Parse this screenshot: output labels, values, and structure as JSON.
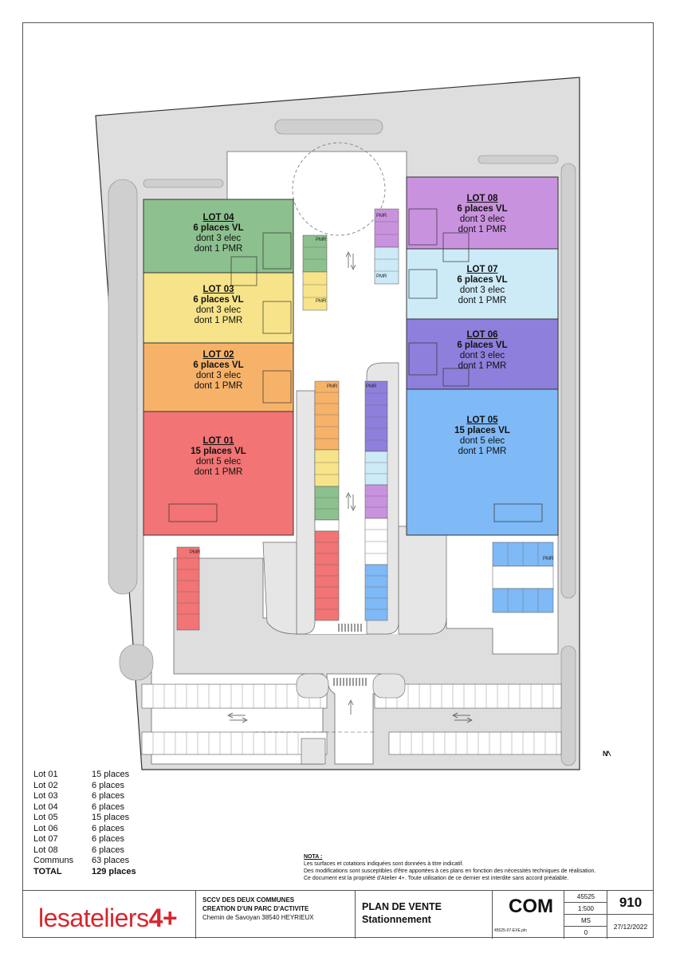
{
  "lots": [
    {
      "title": "LOT 04",
      "places": "6 places VL",
      "elec": "dont 3 elec",
      "pmr": "dont 1 PMR",
      "color": "#8dc08f"
    },
    {
      "title": "LOT 03",
      "places": "6 places VL",
      "elec": "dont 3 elec",
      "pmr": "dont 1 PMR",
      "color": "#f7e48a"
    },
    {
      "title": "LOT 02",
      "places": "6 places VL",
      "elec": "dont 3 elec",
      "pmr": "dont 1 PMR",
      "color": "#f7b26a"
    },
    {
      "title": "LOT 01",
      "places": "15 places VL",
      "elec": "dont 5 elec",
      "pmr": "dont 1 PMR",
      "color": "#f27474"
    },
    {
      "title": "LOT 08",
      "places": "6 places VL",
      "elec": "dont 3 elec",
      "pmr": "dont 1 PMR",
      "color": "#c992de"
    },
    {
      "title": "LOT 07",
      "places": "6 places VL",
      "elec": "dont 3 elec",
      "pmr": "dont 1 PMR",
      "color": "#cdeaf7"
    },
    {
      "title": "LOT 06",
      "places": "6 places VL",
      "elec": "dont 3 elec",
      "pmr": "dont 1 PMR",
      "color": "#8f7fdc"
    },
    {
      "title": "LOT 05",
      "places": "15 places VL",
      "elec": "dont 5 elec",
      "pmr": "dont 1 PMR",
      "color": "#7fb9f6"
    }
  ],
  "pmr_label": "PMR",
  "north": "N",
  "summary": [
    {
      "name": "Lot 01",
      "value": "15 places"
    },
    {
      "name": "Lot 02",
      "value": "6 places"
    },
    {
      "name": "Lot 03",
      "value": "6 places"
    },
    {
      "name": "Lot 04",
      "value": "6 places"
    },
    {
      "name": "Lot 05",
      "value": "15 places"
    },
    {
      "name": "Lot 06",
      "value": "6 places"
    },
    {
      "name": "Lot 07",
      "value": "6 places"
    },
    {
      "name": "Lot 08",
      "value": "6 places"
    },
    {
      "name": "Communs",
      "value": "63 places"
    }
  ],
  "total": {
    "name": "TOTAL",
    "value": "129 places"
  },
  "nota": {
    "heading": "NOTA :",
    "line1": "Les surfaces et cotations indiquées sont données à titre indicatif.",
    "line2": "Des modifications sont susceptibles d'être apportées à ces plans en fonction des nécessités techniques de réalisation.",
    "line3": "Ce document est la propriété d'Atelier 4+. Toute utilisation de ce dernier est interdite sans accord préalable."
  },
  "titleblock": {
    "logo_text": "lesateliers",
    "logo_suffix": "4+",
    "client_line1": "SCCV DES DEUX COMMUNES",
    "client_line2": "CREATION D'UN PARC D'ACTIVITE",
    "client_line3": "Chemin de Savoyan 38540 HEYRIEUX",
    "title_line1": "PLAN DE VENTE",
    "title_line2": "Stationnement",
    "phase": "COM",
    "file_name": "45525-07-EXE.pln",
    "project_no": "45525",
    "scale": "1:500",
    "author": "MS",
    "index": "0",
    "sheet_no": "910",
    "date": "27/12/2022"
  },
  "colors": {
    "pavement": "#e4e4e4",
    "road": "#ffffff",
    "outline": "#333333",
    "communs_red": "#f27474",
    "communs_orange": "#f7b26a",
    "communs_yellow": "#f7e48a",
    "communs_green": "#8dc08f",
    "communs_purple": "#c992de",
    "communs_lightblue": "#cdeaf7",
    "communs_violet": "#8f7fdc",
    "communs_blue": "#7fb9f6",
    "brand": "#d8262e"
  }
}
